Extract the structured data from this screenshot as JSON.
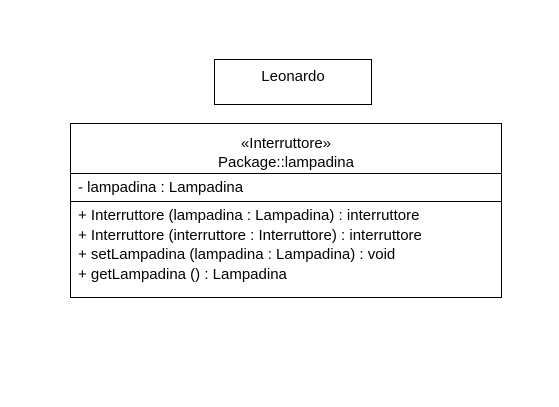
{
  "diagram": {
    "actor_box": {
      "title": "Leonardo"
    },
    "class": {
      "stereotype": "«Interruttore»",
      "name": "Package::lampadina",
      "attributes": [
        "- lampadina : Lampadina"
      ],
      "operations": [
        "+ Interruttore (lampadina : Lampadina) : interruttore",
        "+ Interruttore (interruttore : Interruttore) : interruttore",
        "+ setLampadina (lampadina : Lampadina) : void",
        "+ getLampadina () : Lampadina"
      ]
    }
  }
}
